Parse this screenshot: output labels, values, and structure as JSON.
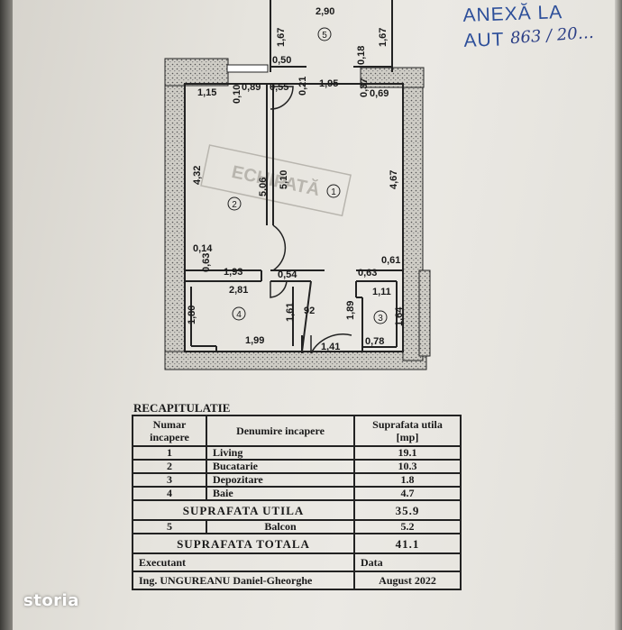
{
  "stamp": {
    "line1": "ANEXĂ LA",
    "line2": "AUT",
    "handwritten": "863 / 20…"
  },
  "stamp_faint": "ECHIPATĂ",
  "plan": {
    "dims": {
      "d290": "2,90",
      "d167a": "1,67",
      "d167b": "1,67",
      "d050": "0,50",
      "d018": "0,18",
      "d115": "1,15",
      "d010": "0,10",
      "d089": "0,89",
      "d055": "0,55",
      "d021": "0,21",
      "d195": "1,95",
      "d037": "0,37",
      "d069": "0,69",
      "d432": "4,32",
      "d506": "5,06",
      "d510": "5,10",
      "d467": "4,67",
      "d014": "0,14",
      "d063a": "0,63",
      "d193": "1,93",
      "d054": "0,54",
      "d063b": "0,63",
      "d061": "0,61",
      "d281": "2,81",
      "d111": "1,11",
      "d180": "1,80",
      "d161": "1,61",
      "d092": "92",
      "d189": "1,89",
      "d164": "1,64",
      "d199": "1,99",
      "d141": "1,41",
      "d078": "0,78"
    },
    "rooms": {
      "r1": "1",
      "r2": "2",
      "r3": "3",
      "r4": "4",
      "r5": "5"
    }
  },
  "recap": {
    "title": "RECAPITULATIE",
    "headers": {
      "col1": "Numar incapere",
      "col2": "Denumire incapere",
      "col3": "Suprafata utila [mp]"
    },
    "rows": [
      {
        "num": "1",
        "name": "Living",
        "area": "19.1"
      },
      {
        "num": "2",
        "name": "Bucatarie",
        "area": "10.3"
      },
      {
        "num": "3",
        "name": "Depozitare",
        "area": "1.8"
      },
      {
        "num": "4",
        "name": "Baie",
        "area": "4.7"
      }
    ],
    "useful_label": "SUPRAFATA UTILA",
    "useful_value": "35.9",
    "balcony": {
      "num": "5",
      "name": "Balcon",
      "area": "5.2"
    },
    "total_label": "SUPRAFATA TOTALA",
    "total_value": "41.1",
    "executant_label": "Executant",
    "data_label": "Data",
    "executant_name": "Ing. UNGUREANU Daniel-Gheorghe",
    "date_value": "August 2022"
  },
  "brand": {
    "name": "storia"
  }
}
